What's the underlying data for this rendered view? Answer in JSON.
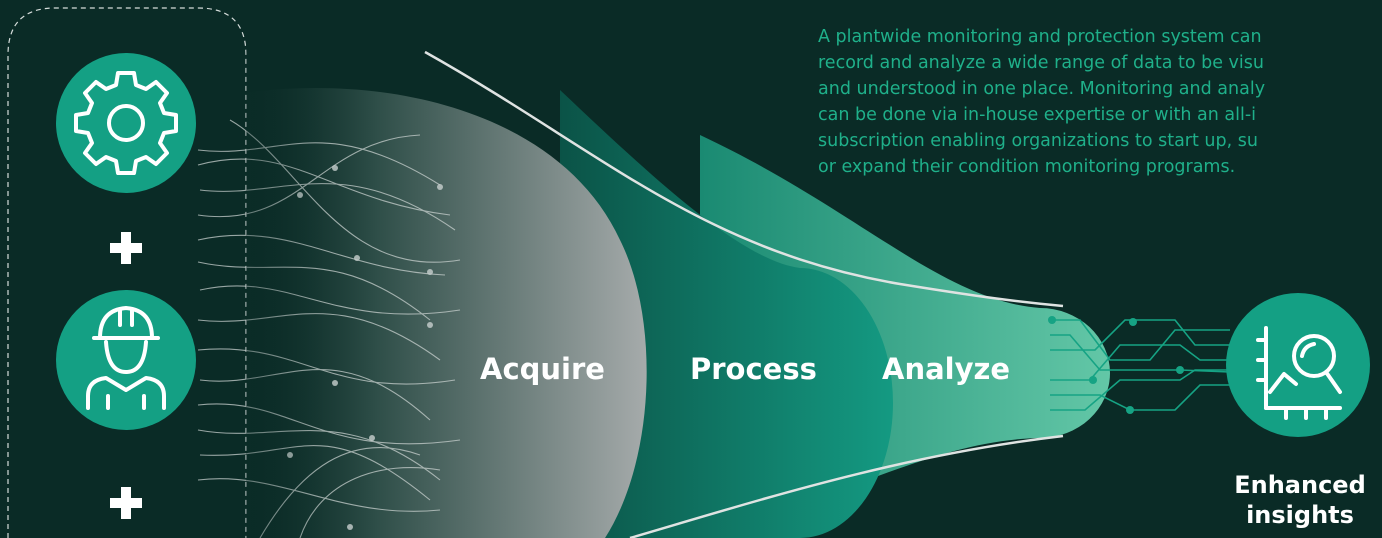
{
  "description": {
    "lines": [
      "A plantwide monitoring and protection system can",
      "record and analyze a wide range of data to be visu",
      "and understood in one place. Monitoring and analy",
      "can be done via in-house expertise or with an all-i",
      "subscription enabling organizations to start up, su",
      "or expand their condition monitoring programs."
    ]
  },
  "inputs": {
    "icons": [
      "gear-icon",
      "worker-hardhat-icon"
    ],
    "separator": "+"
  },
  "stages": {
    "acquire": "Acquire",
    "process": "Process",
    "analyze": "Analyze"
  },
  "output": {
    "icon": "chart-magnifier-icon",
    "label_line1": "Enhanced",
    "label_line2": "insights"
  },
  "colors": {
    "background": "#0a2b26",
    "accent": "#14a084",
    "text_accent": "#1fb08a",
    "label": "#ffffff"
  }
}
